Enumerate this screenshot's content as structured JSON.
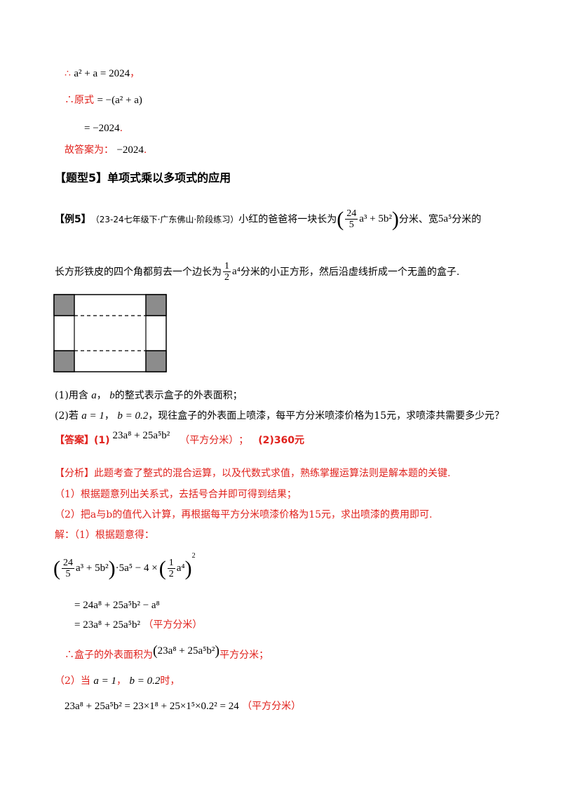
{
  "lines": {
    "l1": {
      "therefore": "∴",
      "expr": "a² + a = 2024",
      "punct": "，"
    },
    "l2": {
      "therefore": "∴",
      "label": "原式",
      "expr": "= −(a² + a)"
    },
    "l3": {
      "expr": "= −2024",
      "punct": "."
    },
    "l4": {
      "label": "故答案为：",
      "expr": "−2024",
      "punct": "."
    }
  },
  "section": {
    "title": "【题型5】单项式乘以多项式的应用"
  },
  "example": {
    "tag": "【例5】",
    "source": "（23-24七年级下·广东佛山·阶段练习）",
    "text1": "小红的爸爸将一块长为",
    "len_frac_num": "24",
    "len_frac_den": "5",
    "len_rest": "a³ + 5b²",
    "text2": "分米、宽",
    "width_expr": "5a⁵",
    "text3": "分米的",
    "text4": "长方形铁皮的四个角都剪去一个边长为",
    "side_frac_num": "1",
    "side_frac_den": "2",
    "side_rest": "a⁴",
    "text5": "分米的小正方形，然后沿虚线折成一个无盖的盒子."
  },
  "questions": {
    "q1": "(1)用含",
    "q1_a": "a",
    "q1_sep": "，",
    "q1_b": "b",
    "q1_end": "的整式表示盒子的外表面积；",
    "q2": "(2)若",
    "q2_a": "a = 1",
    "q2_sep": "，",
    "q2_b": "b = 0.2",
    "q2_end": "，现往盒子的外表面上喷漆，每平方分米喷漆价格为15元，求喷漆共需要多少元？"
  },
  "answer": {
    "tag": "【答案】",
    "p1": "(1)",
    "expr": "23a⁸ + 25a⁵b²",
    "unit": "（平方分米）",
    "sep": "；",
    "p2": "(2)360元"
  },
  "analysis": {
    "a1": "【分析】此题考查了整式的混合运算，以及代数式求值，熟练掌握运算法则是解本题的关键.",
    "a2": "（1）根据题意列出关系式，去括号合并即可得到结果；",
    "a3": "（2）把a与b的值代入计算，再根据每平方分米喷漆价格为15元，求出喷漆的费用即可."
  },
  "solution": {
    "s1": "解：（1）根据题意得：",
    "f1_frac_num": "24",
    "f1_frac_den": "5",
    "f1_rest": "a³ + 5b²",
    "f1_mid": "·5a⁵ − 4 ×",
    "f1_frac2_num": "1",
    "f1_frac2_den": "2",
    "f1_rest2": "a⁴",
    "f1_pow": "2",
    "s2": "= 24a⁸ + 25a⁵b² − a⁸",
    "s3": "= 23a⁸ + 25a⁵b²",
    "s3_unit": "（平方分米）",
    "s4_pre": "∴盒子的外表面积为",
    "s4_expr": "23a⁸ + 25a⁵b²",
    "s4_post": "平方分米；",
    "s5_pre": "（2）当",
    "s5_a": "a = 1",
    "s5_sep": "，",
    "s5_b": "b = 0.2",
    "s5_post": "时，",
    "s6": "23a⁸ + 25a⁵b² = 23×1⁸ + 25×1⁵×0.2² = 24",
    "s6_unit": "（平方分米）"
  }
}
